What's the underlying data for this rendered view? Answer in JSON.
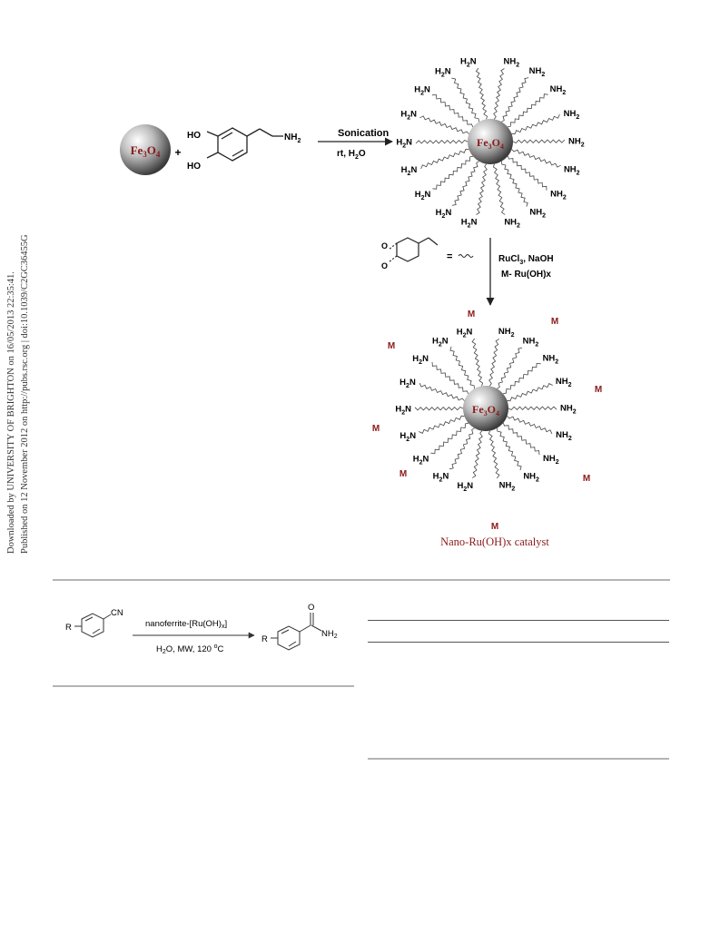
{
  "sidebar": {
    "line1": "Downloaded by UNIVERSITY OF BRIGHTON on 16/05/2013 22:35:41.",
    "line2": "Published on 12 November 2012 on http://pubs.rsc.org | doi:10.1039/C2GC36455G"
  },
  "scheme1": {
    "reactant_core": "Fe",
    "reactant_core_sub": "3",
    "reactant_core_o": "O",
    "reactant_core_sub2": "4",
    "plus": "+",
    "dopamine_ho1": "HO",
    "dopamine_ho2": "HO",
    "dopamine_nh2": "NH",
    "nh2_sub": "2",
    "step1_reagent": "Sonication",
    "step1_conditions": "rt, H",
    "step1_conditions_sub": "2",
    "step1_conditions_end": "O",
    "amine_left": "H",
    "amine_n": "N",
    "linker_equals": "=",
    "step2_reagent": "RuCl",
    "step2_reagent_sub": "3",
    "step2_reagent_end": ", NaOH",
    "step2_metal": "M- Ru(OH)x",
    "metal_label": "M",
    "catalyst_label": "Nano-Ru(OH)x catalyst"
  },
  "scheme2": {
    "substituent": "R",
    "nitrile": "CN",
    "reagent": "nanoferrite-[Ru(OH)",
    "reagent_sub": "x",
    "reagent_end": "]",
    "conditions_start": "H",
    "conditions_sub": "2",
    "conditions_mid": "O, MW, 120 ",
    "conditions_sup": "o",
    "conditions_end": "C",
    "product_o": "O",
    "product_substituent": "R",
    "product_nh2": "NH",
    "product_nh2_sub": "2"
  },
  "colors": {
    "accent": "#8b1a1a",
    "rule": "#b4b4b4",
    "ink": "#222222"
  }
}
